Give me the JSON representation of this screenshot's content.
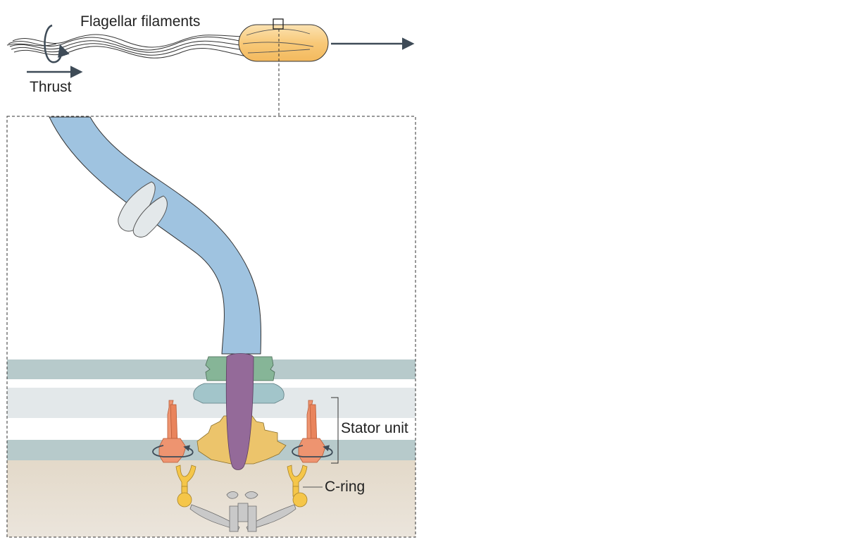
{
  "labels": {
    "flagellar_filaments": "Flagellar filaments",
    "thrust": "Thrust",
    "stator_unit": "Stator unit",
    "c_ring": "C-ring"
  },
  "colors": {
    "cell_body": "#f8c978",
    "hook": "#9fc3e0",
    "rod": "#946a99",
    "l_ring": "#86b597",
    "p_ring": "#a2c5ca",
    "ms_ring": "#ecc46b",
    "stator": "#ee9470",
    "c_ring": "#f5c649",
    "export_apparatus": "#c9c9c9",
    "outer_membrane": "#b7cacb",
    "inner_membrane": "#b7cacb",
    "periplasm": "#e3e8ea",
    "cytoplasm": "#e6ddd0",
    "arrow": "#3e4b57"
  }
}
